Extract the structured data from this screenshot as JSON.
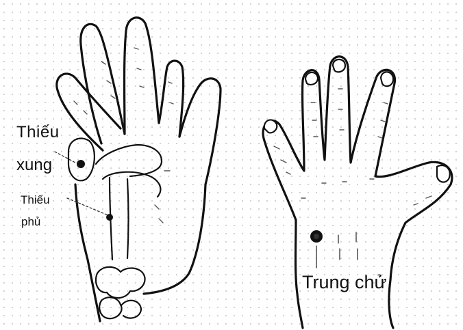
{
  "labels": {
    "thieu_xung_line1": "Thiếu",
    "thieu_xung_line2": "xung",
    "thieu_phu_line1": "Thiếu",
    "thieu_phu_line2": "phủ",
    "trung_chu": "Trung chử"
  },
  "colors": {
    "ink": "#111111",
    "paper": "#ffffff",
    "dots": "#c9c9c9"
  }
}
